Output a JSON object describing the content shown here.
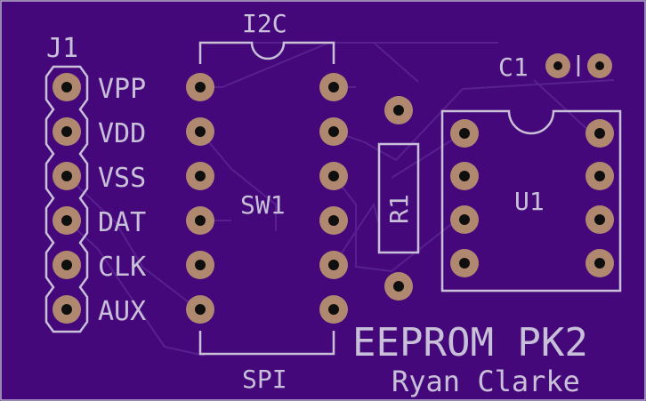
{
  "board": {
    "title": "EEPROM PK2",
    "author": "Ryan Clarke",
    "colors": {
      "substrate": "#2c0c57",
      "board": "#45087a",
      "trace": "#5a2090",
      "silk": "#c8c0d8",
      "pad": "#b08870",
      "hole": "#0f0f0f"
    }
  },
  "connector": {
    "ref": "J1",
    "pins": [
      "VPP",
      "VDD",
      "VSS",
      "DAT",
      "CLK",
      "AUX"
    ]
  },
  "switch": {
    "ref": "SW1",
    "top_label": "I2C",
    "bottom_label": "SPI"
  },
  "resistor": {
    "ref": "R1"
  },
  "capacitor": {
    "ref": "C1"
  },
  "chip": {
    "ref": "U1"
  }
}
